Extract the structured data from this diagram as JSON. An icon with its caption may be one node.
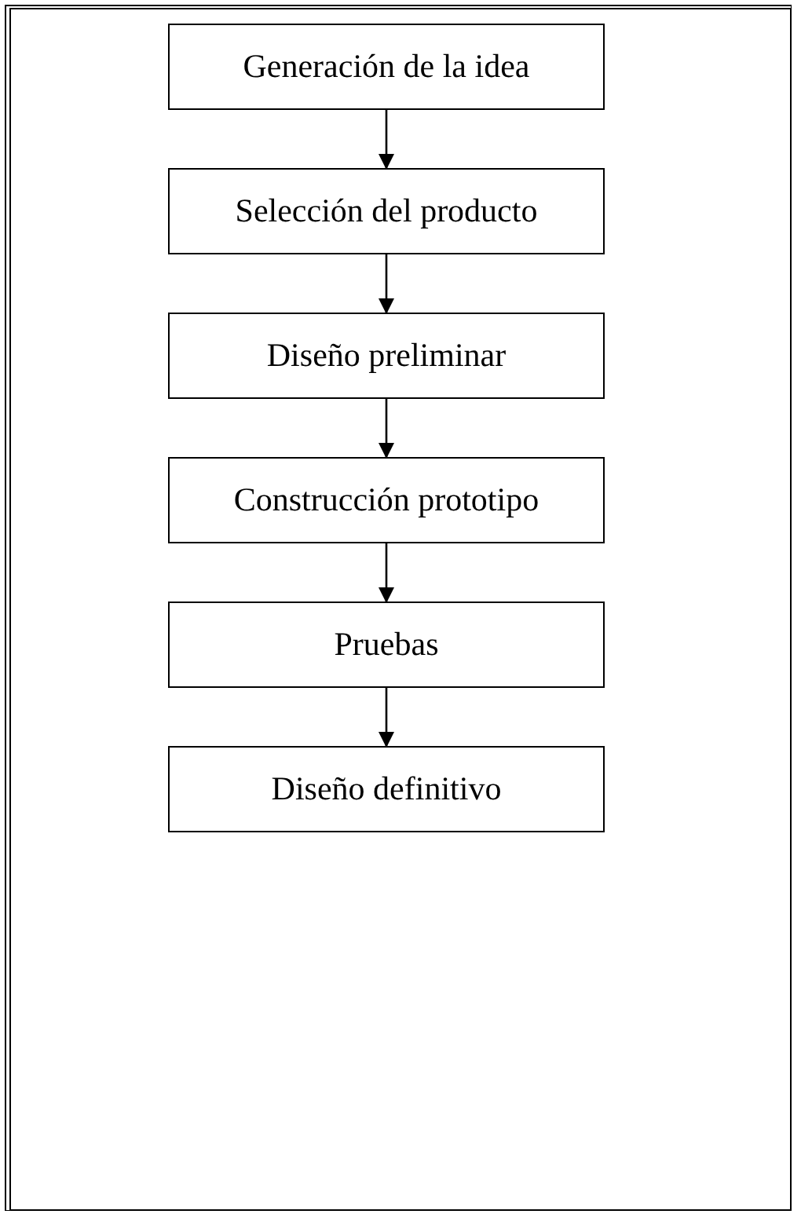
{
  "diagram": {
    "nodes": [
      {
        "text": [
          "Generación de la idea"
        ]
      },
      {
        "text": [
          "Selección del producto"
        ]
      },
      {
        "text": [
          "Diseño preliminar"
        ]
      },
      {
        "text": [
          "Construcción prototipo"
        ]
      },
      {
        "text": [
          "Pruebas"
        ]
      },
      {
        "text": [
          "Diseño definitivo"
        ]
      }
    ],
    "edges": [
      {
        "from": 0,
        "to": 1,
        "arrow": "to"
      },
      {
        "from": 1,
        "to": 2,
        "arrow": "to"
      },
      {
        "from": 2,
        "to": 3,
        "arrow": "to"
      },
      {
        "from": 3,
        "to": 4,
        "arrow": "to"
      },
      {
        "from": 4,
        "to": 5,
        "arrow": "to"
      }
    ]
  }
}
